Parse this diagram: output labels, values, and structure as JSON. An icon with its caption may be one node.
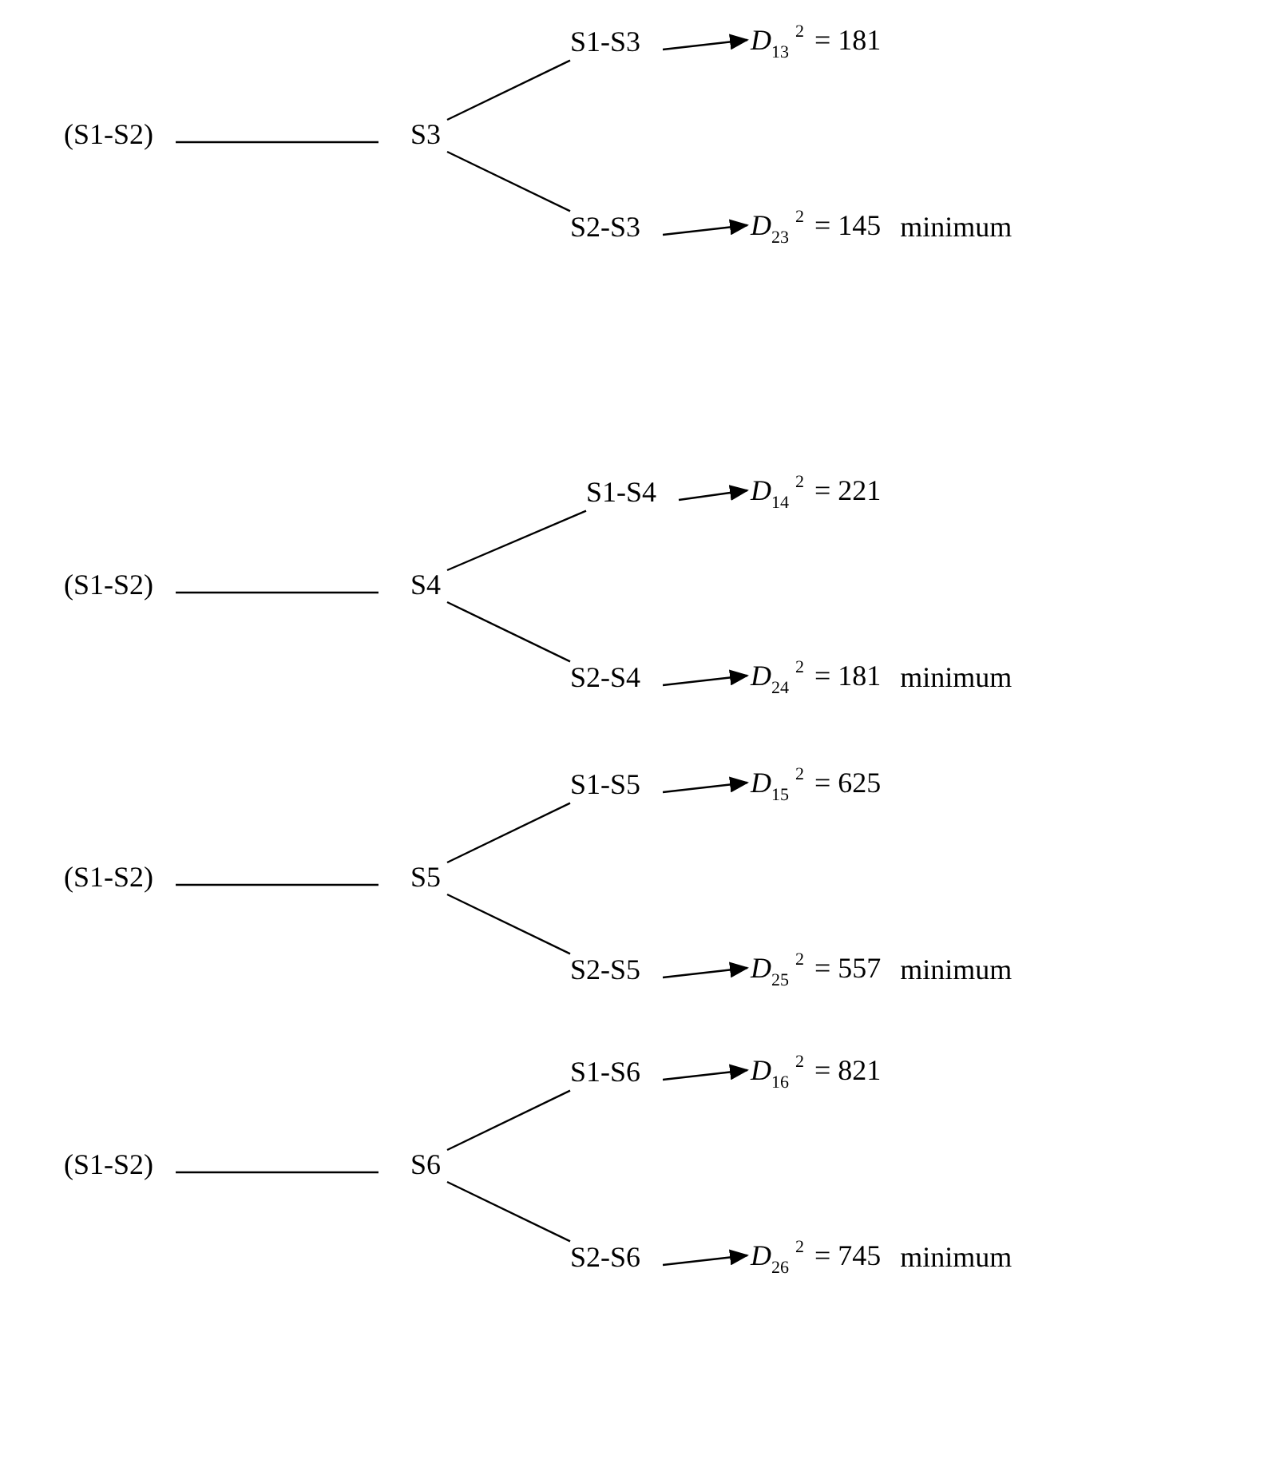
{
  "diagram": {
    "nodes": [
      {
        "text": [
          "(S1-S2)"
        ]
      },
      {
        "text": [
          "S3"
        ]
      },
      {
        "text": [
          "S1-S3"
        ]
      },
      {
        "text": [
          "S2-S3"
        ]
      },
      {
        "text": [
          "*D*$_{13}$$^{2}$ = 181"
        ]
      },
      {
        "text": [
          "*D*$_{23}$$^{2}$ = 145"
        ],
        "beside": [
          "minimum"
        ]
      },
      {
        "text": [
          "(S1-S2)"
        ]
      },
      {
        "text": [
          "S4"
        ]
      },
      {
        "text": [
          "S1-S4"
        ]
      },
      {
        "text": [
          "S2-S4"
        ]
      },
      {
        "text": [
          "*D*$_{14}$$^{2}$ = 221"
        ]
      },
      {
        "text": [
          "*D*$_{24}$$^{2}$ = 181"
        ],
        "beside": [
          "minimum"
        ]
      },
      {
        "text": [
          "(S1-S2)"
        ]
      },
      {
        "text": [
          "S5"
        ]
      },
      {
        "text": [
          "S1-S5"
        ]
      },
      {
        "text": [
          "S2-S5"
        ]
      },
      {
        "text": [
          "*D*$_{15}$$^{2}$ = 625"
        ]
      },
      {
        "text": [
          "*D*$_{25}$$^{2}$ = 557"
        ],
        "beside": [
          "minimum"
        ]
      },
      {
        "text": [
          "(S1-S2)"
        ]
      },
      {
        "text": [
          "S6"
        ]
      },
      {
        "text": [
          "S1-S6"
        ]
      },
      {
        "text": [
          "S2-S6"
        ]
      },
      {
        "text": [
          "*D*$_{16}$$^{2}$ = 821"
        ]
      },
      {
        "text": [
          "*D*$_{26}$$^{2}$ = 745"
        ],
        "beside": [
          "minimum"
        ]
      }
    ],
    "edges": [
      {
        "from": 0,
        "to": 1,
        "arrow": "none"
      },
      {
        "from": 1,
        "to": 2,
        "arrow": "none"
      },
      {
        "from": 1,
        "to": 3,
        "arrow": "none"
      },
      {
        "from": 2,
        "to": 4,
        "arrow": "to"
      },
      {
        "from": 3,
        "to": 5,
        "arrow": "to"
      },
      {
        "from": 6,
        "to": 7,
        "arrow": "none"
      },
      {
        "from": 7,
        "to": 8,
        "arrow": "none"
      },
      {
        "from": 7,
        "to": 9,
        "arrow": "none"
      },
      {
        "from": 8,
        "to": 10,
        "arrow": "to"
      },
      {
        "from": 9,
        "to": 11,
        "arrow": "to"
      },
      {
        "from": 12,
        "to": 13,
        "arrow": "none"
      },
      {
        "from": 13,
        "to": 14,
        "arrow": "none"
      },
      {
        "from": 13,
        "to": 15,
        "arrow": "none"
      },
      {
        "from": 14,
        "to": 16,
        "arrow": "to"
      },
      {
        "from": 15,
        "to": 17,
        "arrow": "to"
      },
      {
        "from": 18,
        "to": 19,
        "arrow": "none"
      },
      {
        "from": 19,
        "to": 20,
        "arrow": "none"
      },
      {
        "from": 19,
        "to": 21,
        "arrow": "none"
      },
      {
        "from": 20,
        "to": 22,
        "arrow": "to"
      },
      {
        "from": 21,
        "to": 23,
        "arrow": "to"
      }
    ]
  }
}
